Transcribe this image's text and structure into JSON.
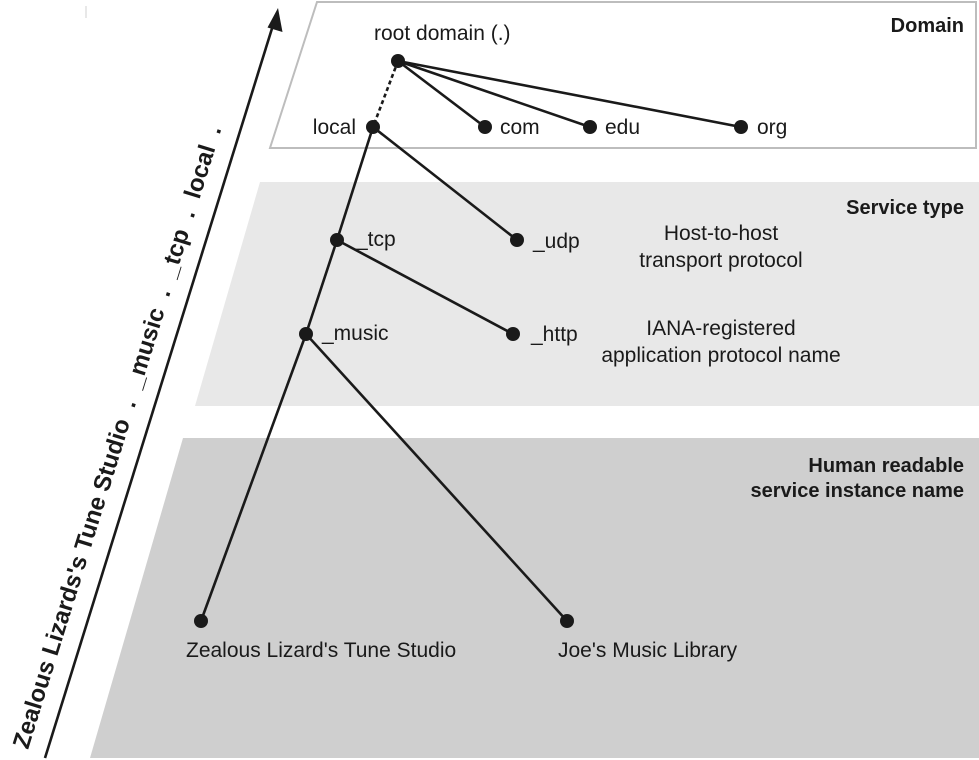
{
  "colors": {
    "ink": "#1a1a1a",
    "domain_band_fill": "#ffffff",
    "domain_band_border": "#bdbdbd",
    "service_band_fill": "#e8e8e8",
    "instance_band_fill": "#cfcfcf"
  },
  "sections": {
    "domain": {
      "title": "Domain"
    },
    "service_type": {
      "title": "Service type"
    },
    "instance": {
      "title_line1": "Human readable",
      "title_line2": "service instance name"
    }
  },
  "nodes": {
    "root": {
      "label": "root domain (.)"
    },
    "local": {
      "label": "local"
    },
    "com": {
      "label": "com"
    },
    "edu": {
      "label": "edu"
    },
    "org": {
      "label": "org"
    },
    "tcp": {
      "label": "_tcp"
    },
    "udp": {
      "label": "_udp"
    },
    "music": {
      "label": "_music"
    },
    "http": {
      "label": "_http"
    },
    "zealous": {
      "label": "Zealous Lizard's Tune Studio"
    },
    "joes": {
      "label": "Joe's Music Library"
    }
  },
  "annotations": {
    "transport_line1": "Host-to-host",
    "transport_line2": "transport protocol",
    "iana_line1": "IANA-registered",
    "iana_line2": "application protocol name"
  },
  "axis": {
    "full_name": "Zealous Lizards's Tune Studio  .  _music  .  _tcp  .  local  ."
  }
}
